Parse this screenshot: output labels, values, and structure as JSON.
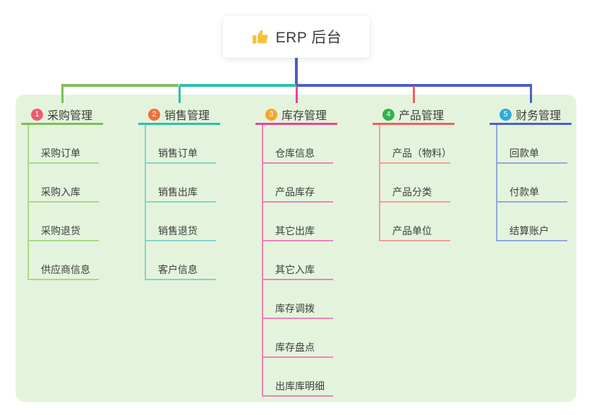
{
  "root": {
    "title": "ERP 后台",
    "icon": "thumbs-up-icon",
    "icon_color": "#f5c33b",
    "connector_color": "#4a5fc7"
  },
  "canvas": {
    "background_color": "#ffffff",
    "panel_color": "#e4f4dc"
  },
  "branches": [
    {
      "number": "1",
      "label": "采购管理",
      "badge_color": "#ef5b6e",
      "line_color": "#7cbe53",
      "child_line_color": "#abd687",
      "children": [
        "采购订单",
        "采购入库",
        "采购退货",
        "供应商信息"
      ]
    },
    {
      "number": "2",
      "label": "销售管理",
      "badge_color": "#f0703d",
      "line_color": "#2cbfad",
      "child_line_color": "#82d4c9",
      "children": [
        "销售订单",
        "销售出库",
        "销售退货",
        "客户信息"
      ]
    },
    {
      "number": "3",
      "label": "库存管理",
      "badge_color": "#f5a62b",
      "line_color": "#e8439b",
      "child_line_color": "#f27fba",
      "children": [
        "仓库信息",
        "产品库存",
        "其它出库",
        "其它入库",
        "库存调拨",
        "库存盘点",
        "出库库明细"
      ]
    },
    {
      "number": "4",
      "label": "产品管理",
      "badge_color": "#2fb34b",
      "line_color": "#f55d5d",
      "child_line_color": "#f89c96",
      "children": [
        "产品（物料）",
        "产品分类",
        "产品单位"
      ]
    },
    {
      "number": "5",
      "label": "财务管理",
      "badge_color": "#2fa9db",
      "line_color": "#4a5fc7",
      "child_line_color": "#93a6de",
      "children": [
        "回款单",
        "付款单",
        "结算账户"
      ]
    }
  ]
}
